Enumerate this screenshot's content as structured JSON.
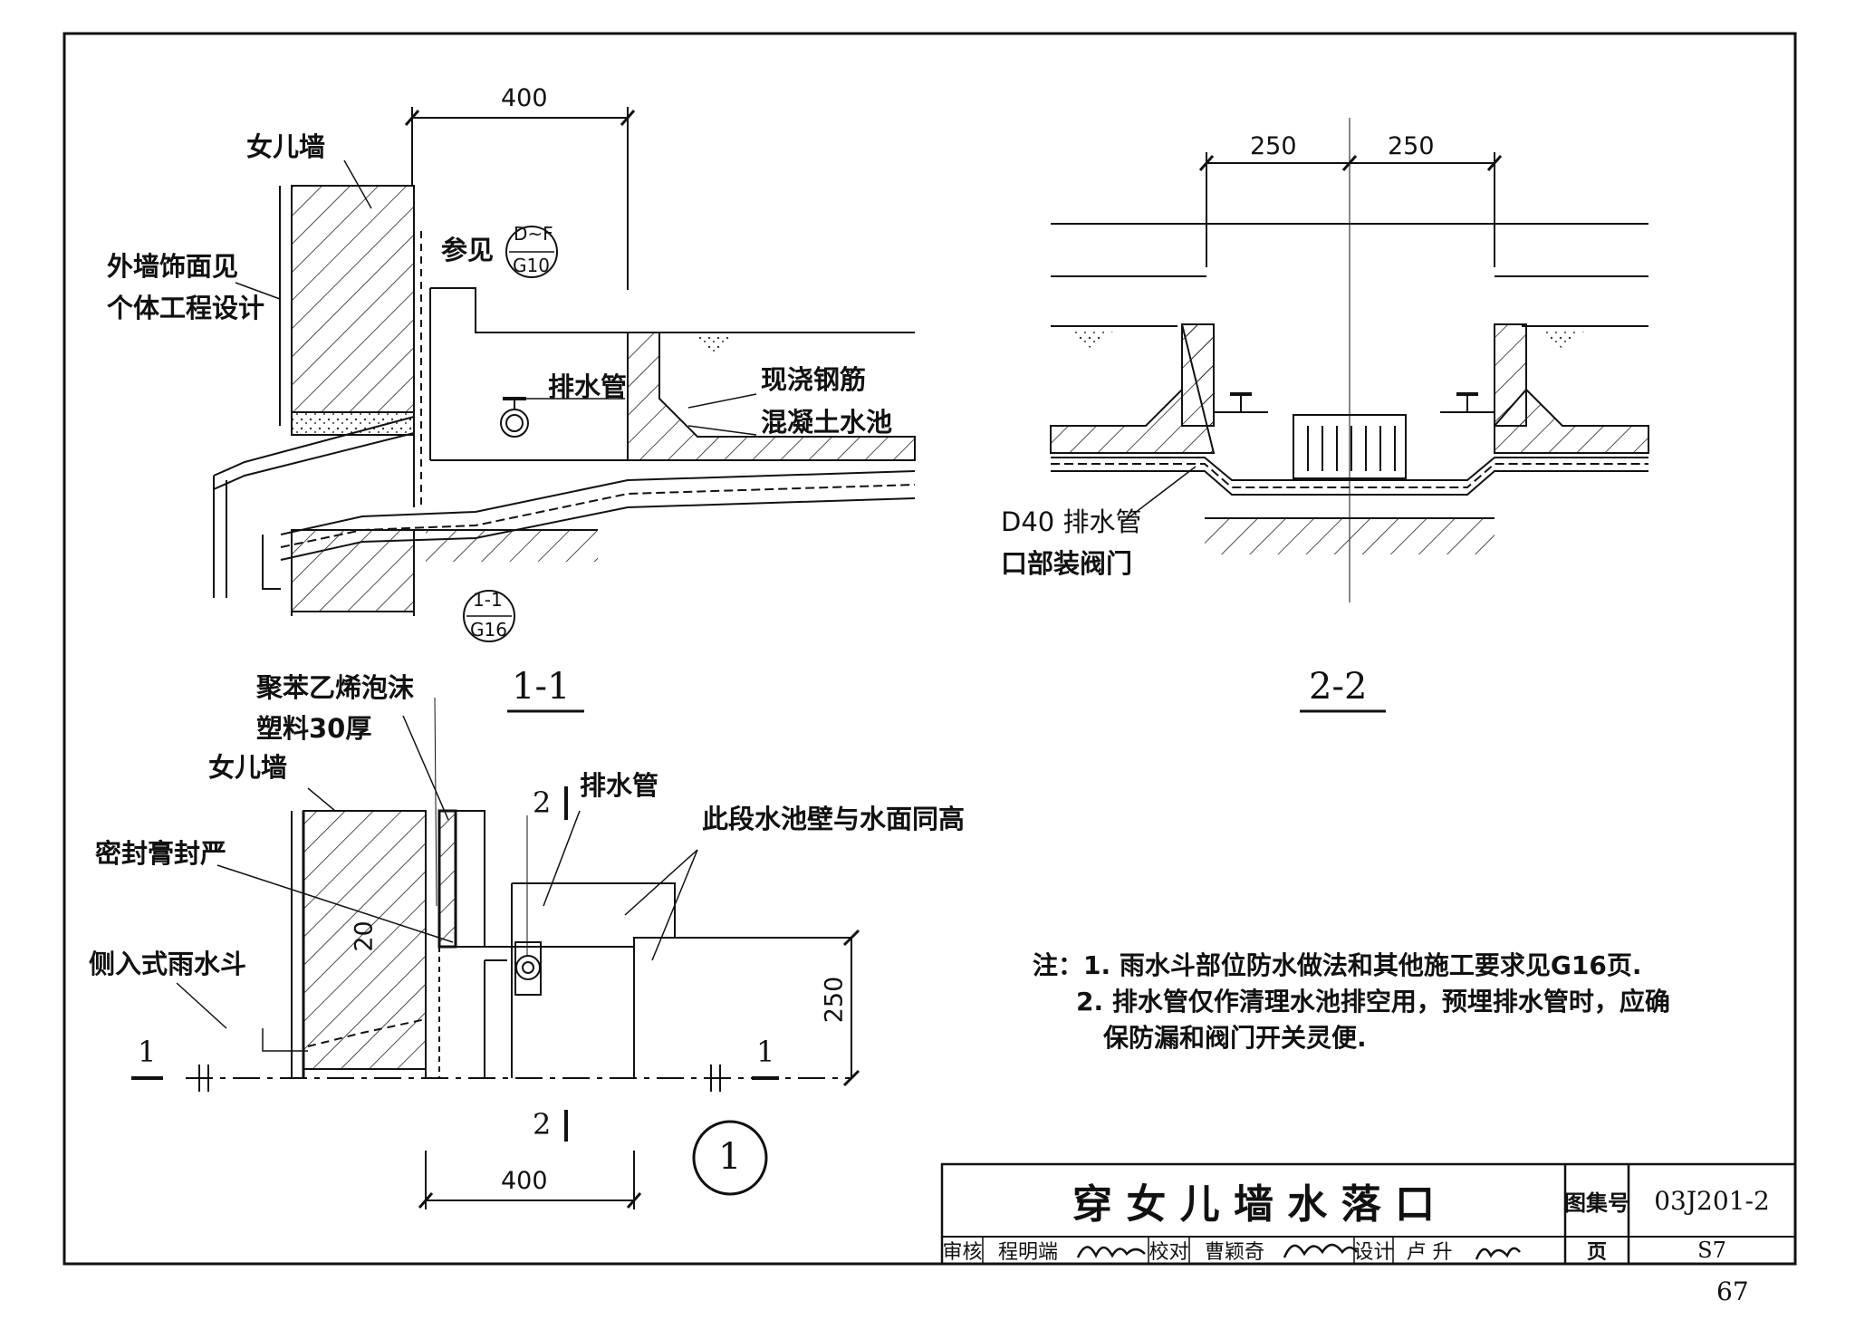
{
  "section_1_1": {
    "dim_top": "400",
    "parapet": "女儿墙",
    "facade_line1": "外墙饰面见",
    "facade_line2": "个体工程设计",
    "ref_prefix": "参见",
    "ref_top": "D~F",
    "ref_bottom": "G10",
    "drain_pipe": "排水管",
    "pool_line1": "现浇钢筋",
    "pool_line2": "混凝土水池",
    "ref2_top": "1-1",
    "ref2_bottom": "G16",
    "title": "1-1"
  },
  "section_2_2": {
    "dim_left": "250",
    "dim_right": "250",
    "pipe_line1": "D40 排水管",
    "pipe_line2": "口部装阀门",
    "title": "2-2"
  },
  "plan": {
    "foam_line1": "聚苯乙烯泡沫",
    "foam_line2": "塑料30厚",
    "parapet": "女儿墙",
    "sealant": "密封膏封严",
    "drain_pipe": "排水管",
    "pool_wall": "此段水池壁与水面同高",
    "inlet": "侧入式雨水斗",
    "dim_20": "20",
    "dim_250": "250",
    "dim_400": "400",
    "cut1_left": "1",
    "cut1_right": "1",
    "cut2_top": "2",
    "cut2_bottom": "2",
    "detail_no": "1"
  },
  "notes": {
    "line1": "注：1. 雨水斗部位防水做法和其他施工要求见G16页.",
    "line2": "2. 排水管仅作清理水池排空用，预埋排水管时，应确",
    "line3": "保防漏和阀门开关灵便."
  },
  "title_block": {
    "title": "穿 女 儿 墙 水 落 口",
    "atlas_label": "图集号",
    "atlas_no": "03J201-2",
    "review_label": "审核",
    "reviewer": "程明端",
    "check_label": "校对",
    "checker": "曹颖奇",
    "design_label": "设计",
    "designer": "卢 升",
    "page_label": "页",
    "page_no": "S7"
  },
  "page_number": "67"
}
